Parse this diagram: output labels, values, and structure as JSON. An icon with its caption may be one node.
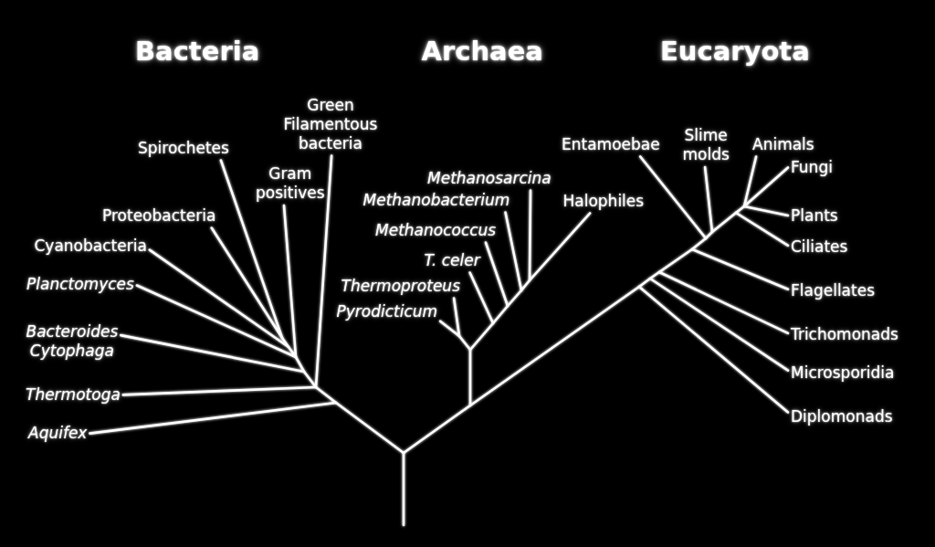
{
  "diagram": {
    "nodes": [
      {
        "text": [
          "Green Filamentous bacteria"
        ]
      },
      {
        "text": [
          "Spirochetes"
        ]
      },
      {
        "text": [
          "Gram positives"
        ]
      },
      {
        "text": [
          "Proteobacteria"
        ]
      },
      {
        "text": [
          "Cyanobacteria"
        ]
      },
      {
        "text": [
          "Planctomyces"
        ]
      },
      {
        "text": [
          "Bacteroides Cytophaga"
        ]
      },
      {
        "text": [
          "Thermotoga"
        ]
      },
      {
        "text": [
          "Aquifex"
        ]
      },
      {
        "text": [
          "Methanosarcina"
        ]
      },
      {
        "text": [
          "Methanobacterium"
        ]
      },
      {
        "text": [
          "Methanococcus"
        ]
      },
      {
        "text": [
          "T. celer"
        ]
      },
      {
        "text": [
          "Thermoproteus"
        ]
      },
      {
        "text": [
          "Pyrodicticum"
        ]
      },
      {
        "text": [
          "Halophiles"
        ]
      },
      {
        "text": [
          "Entamoebae"
        ]
      },
      {
        "text": [
          "Slime molds"
        ]
      },
      {
        "text": [
          "Animals"
        ]
      },
      {
        "text": [
          "Fungi"
        ]
      },
      {
        "text": [
          "Plants"
        ]
      },
      {
        "text": [
          "Ciliates"
        ]
      },
      {
        "text": [
          "Flagellates"
        ]
      },
      {
        "text": [
          "Trichomonads"
        ]
      },
      {
        "text": [
          "Microsporidia"
        ]
      },
      {
        "text": [
          "Diplomonads"
        ]
      }
    ],
    "edges": [
      {
        "from": null,
        "to": 0,
        "arrow": "none"
      },
      {
        "from": null,
        "to": 1,
        "arrow": "none"
      },
      {
        "from": null,
        "to": 2,
        "arrow": "none"
      },
      {
        "from": null,
        "to": 3,
        "arrow": "none"
      },
      {
        "from": null,
        "to": 4,
        "arrow": "none"
      },
      {
        "from": null,
        "to": 5,
        "arrow": "none"
      },
      {
        "from": null,
        "to": 6,
        "arrow": "none"
      },
      {
        "from": null,
        "to": 7,
        "arrow": "none"
      },
      {
        "from": null,
        "to": 8,
        "arrow": "none"
      },
      {
        "from": null,
        "to": 9,
        "arrow": "none"
      },
      {
        "from": null,
        "to": 10,
        "arrow": "none"
      },
      {
        "from": null,
        "to": 11,
        "arrow": "none"
      },
      {
        "from": null,
        "to": 12,
        "arrow": "none"
      },
      {
        "from": null,
        "to": 13,
        "arrow": "none"
      },
      {
        "from": null,
        "to": 14,
        "arrow": "none"
      },
      {
        "from": null,
        "to": 15,
        "arrow": "none"
      },
      {
        "from": null,
        "to": 16,
        "arrow": "none"
      },
      {
        "from": null,
        "to": 17,
        "arrow": "none"
      },
      {
        "from": null,
        "to": 18,
        "arrow": "none"
      },
      {
        "from": null,
        "to": 19,
        "arrow": "none"
      },
      {
        "from": null,
        "to": 20,
        "arrow": "none"
      },
      {
        "from": null,
        "to": 21,
        "arrow": "none"
      },
      {
        "from": null,
        "to": 22,
        "arrow": "none"
      },
      {
        "from": null,
        "to": 23,
        "arrow": "none"
      },
      {
        "from": null,
        "to": 24,
        "arrow": "none"
      },
      {
        "from": null,
        "to": 25,
        "arrow": "none"
      }
    ],
    "labels": [
      "Bacteria",
      "Archaea",
      "Eucaryota"
    ]
  }
}
